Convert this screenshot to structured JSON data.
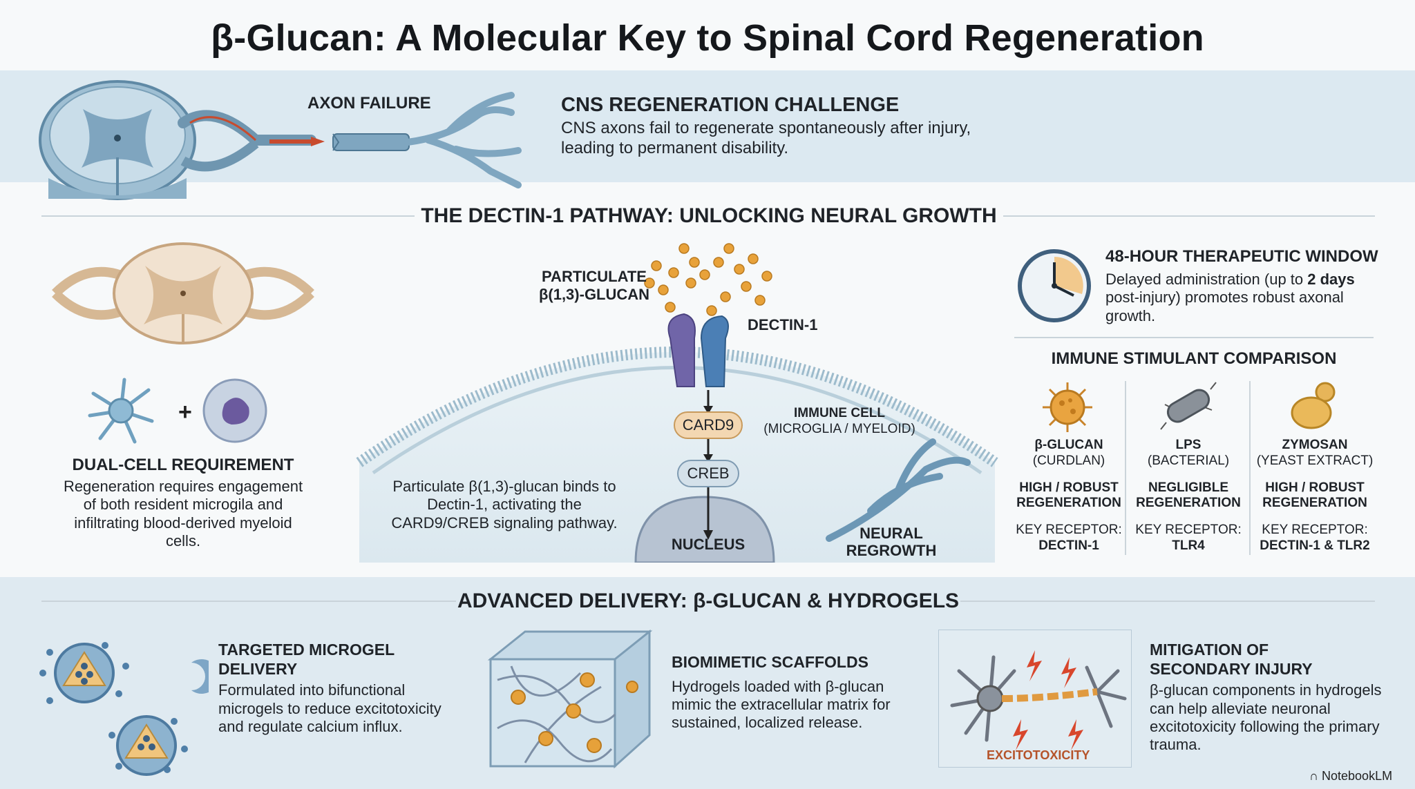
{
  "title": "β-Glucan: A Molecular Key to Spinal Cord Regeneration",
  "challenge": {
    "axon_label": "AXON FAILURE",
    "heading": "CNS REGENERATION CHALLENGE",
    "body": "CNS axons fail to regenerate spontaneously after injury, leading to permanent disability."
  },
  "pathway": {
    "section_title": "THE DECTIN-1 PATHWAY: UNLOCKING NEURAL GROWTH",
    "glucan_label_1": "PARTICULATE",
    "glucan_label_2": "β(1,3)-GLUCAN",
    "dectin_label": "DECTIN-1",
    "card9": "CARD9",
    "creb": "CREB",
    "nucleus": "NUCLEUS",
    "immune_cell_1": "IMMUNE CELL",
    "immune_cell_2": "(MICROGLIA / MYELOID)",
    "neural_regrowth_1": "NEURAL",
    "neural_regrowth_2": "REGROWTH",
    "description": "Particulate β(1,3)-glucan binds to Dectin-1, activating the CARD9/CREB signaling pathway."
  },
  "dual_cell": {
    "heading": "DUAL-CELL REQUIREMENT",
    "body": "Regeneration requires engagement of both resident microgila and infiltrating blood-derived myeloid cells."
  },
  "window": {
    "heading": "48-HOUR THERAPEUTIC WINDOW",
    "body_pre": "Delayed administration (up to ",
    "body_bold": "2 days",
    "body_post": " post-injury) promotes robust axonal growth."
  },
  "comparison": {
    "heading": "IMMUNE STIMULANT COMPARISON",
    "columns": [
      {
        "name": "β-GLUCAN",
        "source": "(CURDLAN)",
        "effect_1": "HIGH / ROBUST",
        "effect_2": "REGENERATION",
        "receptor_label": "KEY RECEPTOR:",
        "receptor": "DECTIN-1"
      },
      {
        "name": "LPS",
        "source": "(BACTERIAL)",
        "effect_1": "NEGLIGIBLE",
        "effect_2": "REGENERATION",
        "receptor_label": "KEY RECEPTOR:",
        "receptor": "TLR4"
      },
      {
        "name": "ZYMOSAN",
        "source": "(YEAST EXTRACT)",
        "effect_1": "HIGH / ROBUST",
        "effect_2": "REGENERATION",
        "receptor_label": "KEY RECEPTOR:",
        "receptor": "DECTIN-1 & TLR2"
      }
    ]
  },
  "delivery": {
    "section_title": "ADVANCED DELIVERY: β-GLUCAN & HYDROGELS",
    "items": [
      {
        "heading_1": "TARGETED MICROGEL",
        "heading_2": "DELIVERY",
        "body": "Formulated into bifunctional microgels to reduce excitotoxicity and regulate calcium influx."
      },
      {
        "heading_1": "BIOMIMETIC SCAFFOLDS",
        "heading_2": "",
        "body": "Hydrogels loaded with β-glucan mimic the extracellular matrix for sustained, localized release."
      },
      {
        "heading_1": "MITIGATION OF",
        "heading_2": "SECONDARY INJURY",
        "body": "β-glucan components in hydrogels can help alleviate neuronal excitotoxicity following the primary trauma."
      }
    ],
    "excitotoxicity_label": "EXCITOTOXICITY"
  },
  "watermark": "NotebookLM"
}
